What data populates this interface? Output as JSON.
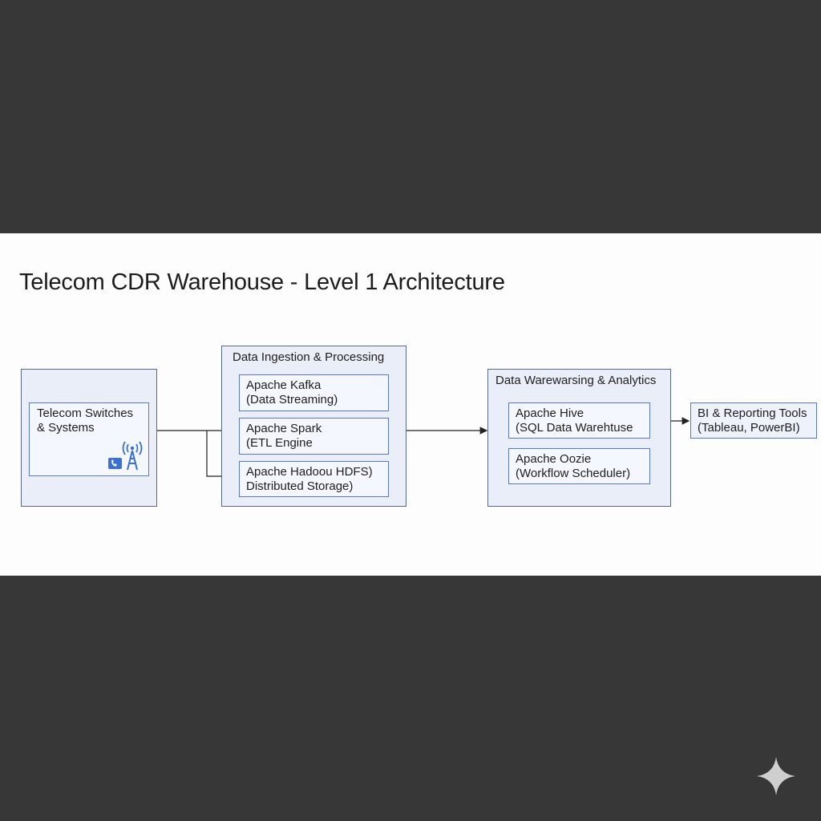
{
  "diagram": {
    "title": "Telecom CDR Warehouse - Level 1 Architecture",
    "source": {
      "label_line1": "Telecom Switches",
      "label_line2": "& Systems",
      "icons": [
        "phone-icon",
        "cell-tower-icon"
      ]
    },
    "ingestion": {
      "title": "Data Ingestion & Processing",
      "items": [
        {
          "line1": "Apache Kafka",
          "line2": "(Data Streaming)"
        },
        {
          "line1": "Apache Spark",
          "line2": "(ETL Engine"
        },
        {
          "line1": "Apache Hadoou HDFS)",
          "line2": "Distributed Storage)"
        }
      ]
    },
    "warehouse": {
      "title": "Data Warewarsing & Analytics",
      "items": [
        {
          "line1": "Apache Hive",
          "line2": "(SQL Data Warehtuse"
        },
        {
          "line1": "Apache Oozie",
          "line2": "(Workflow Scheduler)"
        }
      ]
    },
    "bi": {
      "line1": "BI & Reporting Tools",
      "line2": "(Tableau, PowerBI)"
    },
    "watermark_icon": "sparkle-icon",
    "colors": {
      "background": "#373737",
      "panel": "#fdfdfd",
      "box_fill": "#e9eef8",
      "box_border": "#5a6a85",
      "inner_border": "#5b78c8",
      "icon_blue": "#3a6fd8"
    }
  }
}
